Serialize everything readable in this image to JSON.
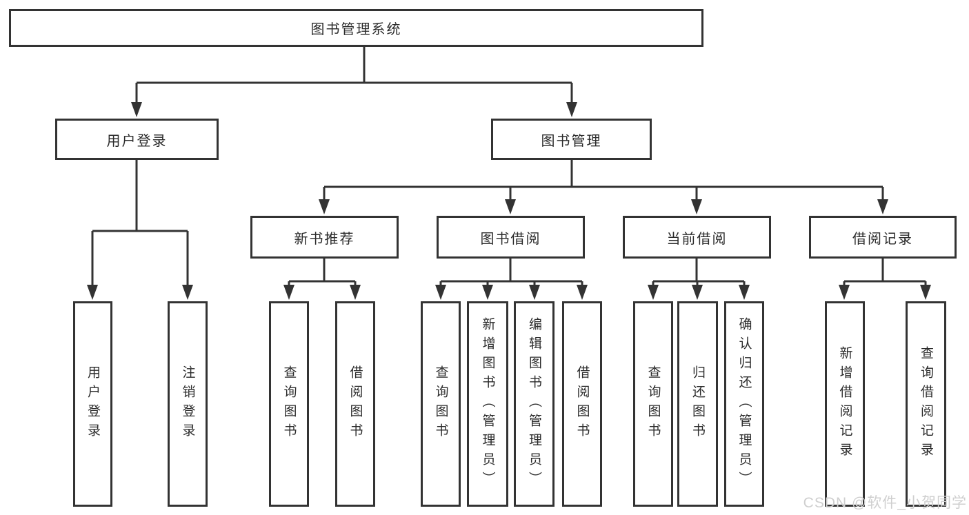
{
  "nodes": {
    "root": "图书管理系统",
    "user_login": "用户登录",
    "book_management": "图书管理",
    "new_book_recommend": "新书推荐",
    "book_borrow": "图书借阅",
    "current_borrow": "当前借阅",
    "borrow_records": "借阅记录",
    "leaf_user_login": "用户登录",
    "leaf_logout": "注销登录",
    "leaf_nb_query_books": "查询图书",
    "leaf_nb_borrow_books": "借阅图书",
    "leaf_bb_query_books": "查询图书",
    "leaf_bb_add_books": "新增图书（管理员）",
    "leaf_bb_edit_books": "编辑图书（管理员）",
    "leaf_bb_borrow_books": "借阅图书",
    "leaf_cb_query_books": "查询图书",
    "leaf_cb_return_books": "归还图书",
    "leaf_cb_confirm_return": "确认归还（管理员）",
    "leaf_br_add_record": "新增借阅记录",
    "leaf_br_query_record": "查询借阅记录"
  },
  "structure": {
    "root": "图书管理系统",
    "children": [
      {
        "label": "用户登录",
        "children": [
          "用户登录",
          "注销登录"
        ]
      },
      {
        "label": "图书管理",
        "children": [
          {
            "label": "新书推荐",
            "children": [
              "查询图书",
              "借阅图书"
            ]
          },
          {
            "label": "图书借阅",
            "children": [
              "查询图书",
              "新增图书（管理员）",
              "编辑图书（管理员）",
              "借阅图书"
            ]
          },
          {
            "label": "当前借阅",
            "children": [
              "查询图书",
              "归还图书",
              "确认归还（管理员）"
            ]
          },
          {
            "label": "借阅记录",
            "children": [
              "新增借阅记录",
              "查询借阅记录"
            ]
          }
        ]
      }
    ]
  },
  "watermark": "CSDN @软件_小贺同学",
  "colors": {
    "line": "#333333",
    "text": "#2b2b2b",
    "watermark": "#cfcfcf",
    "background": "#ffffff"
  }
}
